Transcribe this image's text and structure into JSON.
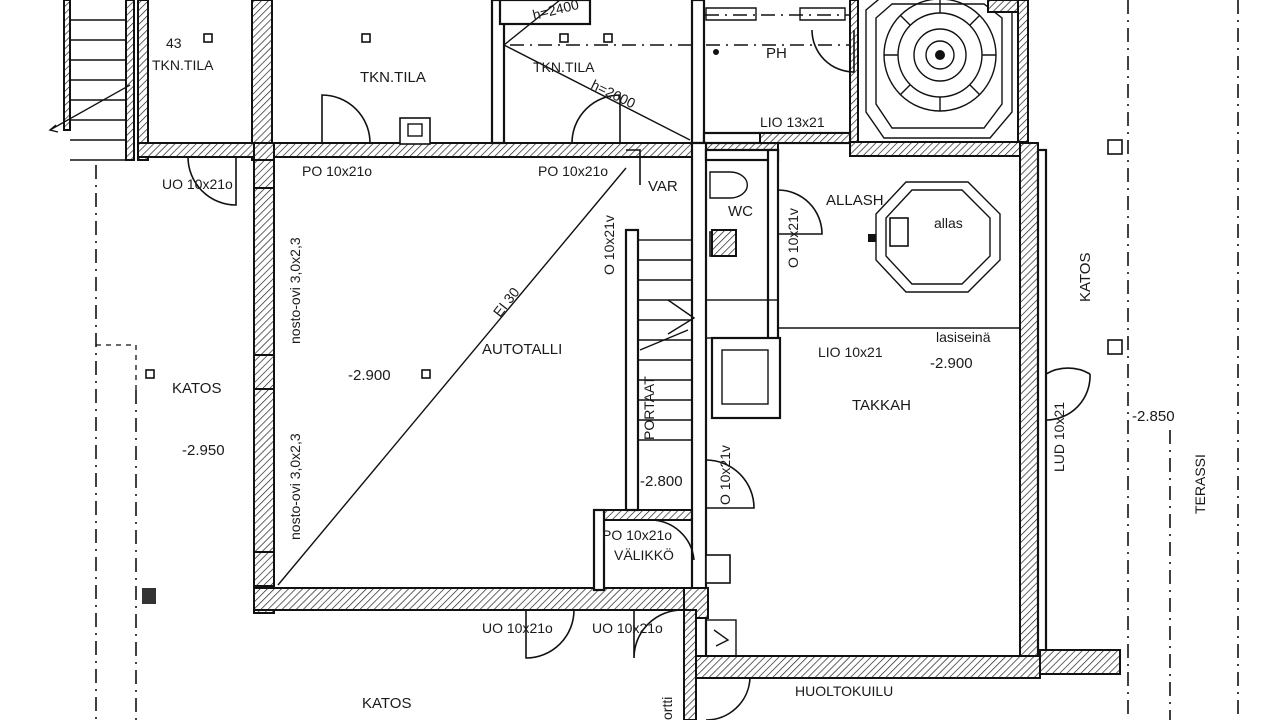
{
  "plan": {
    "labels": {
      "room_43": "43",
      "tkn_tila_1": "TKN.TILA",
      "tkn_tila_2": "TKN.TILA",
      "tkn_tila_3": "TKN.TILA",
      "h2400": "h=2400",
      "h2600": "h=2600",
      "ph": "PH",
      "lio13x21": "LIO 13x21",
      "po10x21o_a": "PO 10x21o",
      "po10x21o_b": "PO 10x21o",
      "uo10x21o_a": "UO 10x21o",
      "var": "VAR",
      "wc": "WC",
      "allash": "ALLASH",
      "allas": "allas",
      "o10x21v_a": "O 10x21v",
      "o10x21v_b": "O 10x21v",
      "o10x21v_c": "O 10x21v",
      "ei30": "EI 30",
      "autotalli": "AUTOTALLI",
      "level_2900_a": "-2.900",
      "level_2900_b": "-2.900",
      "level_2950": "-2.950",
      "level_2800": "-2.800",
      "level_2850": "-2.850",
      "nosto_ovi_1": "nosto-ovi 3,0x2,3",
      "nosto_ovi_2": "nosto-ovi 3,0x2,3",
      "katos_left": "KATOS",
      "katos_right": "KATOS",
      "katos_bottom": "KATOS",
      "lio10x21": "LIO 10x21",
      "lasiseina": "lasiseinä",
      "takkah": "TAKKAH",
      "lud10x21": "LUD 10x21",
      "terassi": "TERASSI",
      "portaat": "PORTAAT",
      "po10x21o_c": "PO 10x21o",
      "valikko": "VÄLIKKÖ",
      "uo10x21o_b": "UO 10x21o",
      "uo10x21o_c": "UO 10x21o",
      "huoltokuilu": "HUOLTOKUILU",
      "vertical_cut": "ortti"
    }
  }
}
